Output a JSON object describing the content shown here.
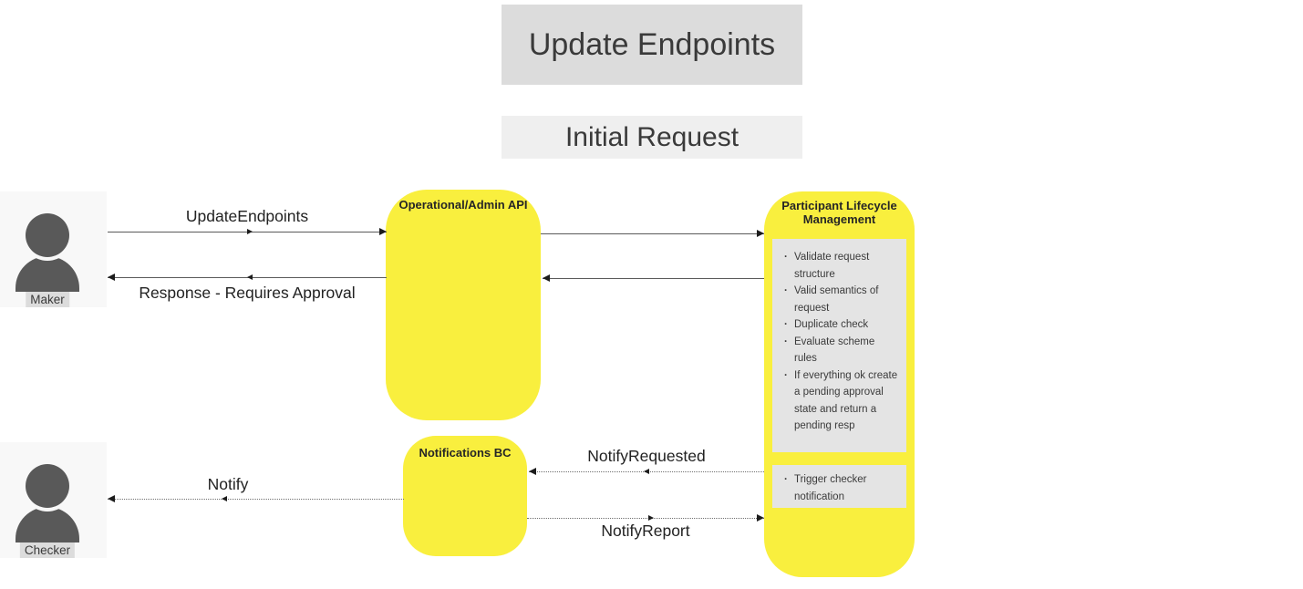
{
  "header": {
    "title": "Update Endpoints",
    "subtitle": "Initial Request"
  },
  "actors": {
    "maker": {
      "label": "Maker"
    },
    "checker": {
      "label": "Checker"
    }
  },
  "components": {
    "admin_api": {
      "title": "Operational/Admin API"
    },
    "plm": {
      "title": "Participant Lifecycle Management",
      "validation_tasks": [
        "Validate request structure",
        "Valid semantics of request",
        "Duplicate check",
        "Evaluate scheme rules",
        "If everything ok create a pending approval state and return a pending resp"
      ],
      "notification_tasks": [
        "Trigger checker notification"
      ]
    },
    "notifications_bc": {
      "title": "Notifications BC"
    }
  },
  "messages": {
    "update_endpoints": {
      "label": "UpdateEndpoints",
      "from": "Maker",
      "to": "Operational/Admin API",
      "style": "solid"
    },
    "response_requires_approval": {
      "label": "Response - Requires Approval",
      "from": "Operational/Admin API",
      "to": "Maker",
      "style": "solid"
    },
    "notify_requested": {
      "label": "NotifyRequested",
      "from": "Participant Lifecycle Management",
      "to": "Notifications BC",
      "style": "dotted"
    },
    "notify": {
      "label": "Notify",
      "from": "Notifications BC",
      "to": "Checker",
      "style": "dotted"
    },
    "notify_report": {
      "label": "NotifyReport",
      "from": "Notifications BC",
      "to": "Participant Lifecycle Management",
      "style": "dotted"
    }
  },
  "colors": {
    "component_fill": "#F9EF3E",
    "banner_main_bg": "#DCDCDC",
    "banner_sub_bg": "#EFEFEF",
    "actor_card_bg": "#F8F8F8",
    "actor_icon": "#595959",
    "inner_panel_bg": "#E4E4E4",
    "actor_label_bg": "#DCDCDC"
  }
}
